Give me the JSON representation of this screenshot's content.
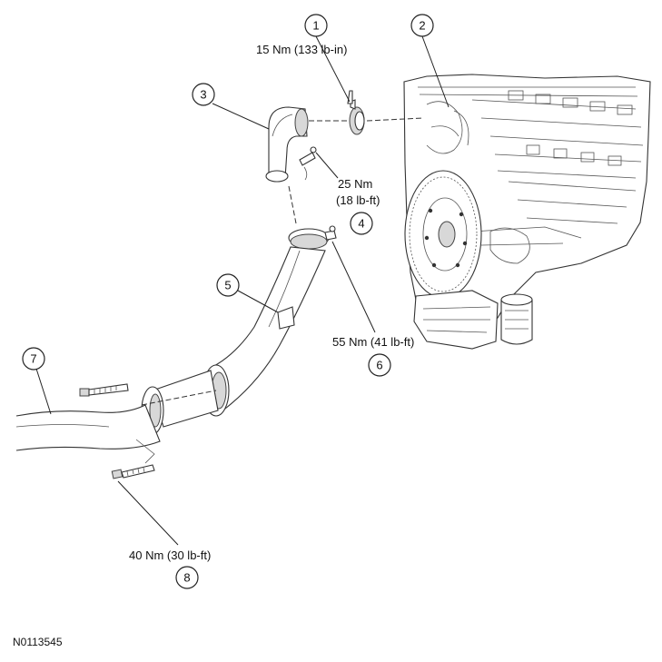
{
  "callouts": [
    {
      "id": "1",
      "torque": "15 Nm (133 lb-in)"
    },
    {
      "id": "2",
      "torque": ""
    },
    {
      "id": "3",
      "torque": ""
    },
    {
      "id": "4",
      "torque_line1": "25 Nm",
      "torque_line2": "(18 lb-ft)"
    },
    {
      "id": "5",
      "torque": ""
    },
    {
      "id": "6",
      "torque": "55 Nm (41 lb-ft)"
    },
    {
      "id": "7",
      "torque": ""
    },
    {
      "id": "8",
      "torque": "40 Nm (30 lb-ft)"
    }
  ],
  "figure_code": "N0113545"
}
